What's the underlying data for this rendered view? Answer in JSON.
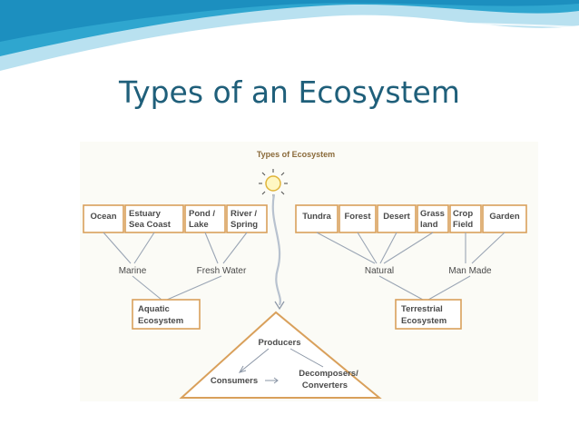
{
  "slide": {
    "title": "Types of an Ecosystem",
    "accent_colors": {
      "wave_dark": "#2fa6cf",
      "wave_light": "#b9e1f0",
      "title": "#1f5f7a",
      "box_border": "#d9a05b"
    }
  },
  "diagram": {
    "heading": "Types of Ecosystem",
    "sun_icon": "sun-icon",
    "aquatic_boxes": [
      [
        "Ocean"
      ],
      [
        "Estuary",
        "Sea Coast"
      ],
      [
        "Pond /",
        "Lake"
      ],
      [
        "River /",
        "Spring"
      ]
    ],
    "terrestrial_boxes": [
      [
        "Tundra"
      ],
      [
        "Forest"
      ],
      [
        "Desert"
      ],
      [
        "Grass",
        "land"
      ],
      [
        "Crop",
        "Field"
      ],
      [
        "Garden"
      ]
    ],
    "groups": {
      "marine": "Marine",
      "fresh_water": "Fresh Water",
      "natural": "Natural",
      "man_made": "Man Made"
    },
    "aquatic_ecosystem": [
      "Aquatic",
      "Ecosystem"
    ],
    "terrestrial_ecosystem": [
      "Terrestrial",
      "Ecosystem"
    ],
    "triangle": {
      "producers": "Producers",
      "consumers": "Consumers",
      "decomposers": [
        "Decomposers/",
        "Converters"
      ]
    }
  }
}
